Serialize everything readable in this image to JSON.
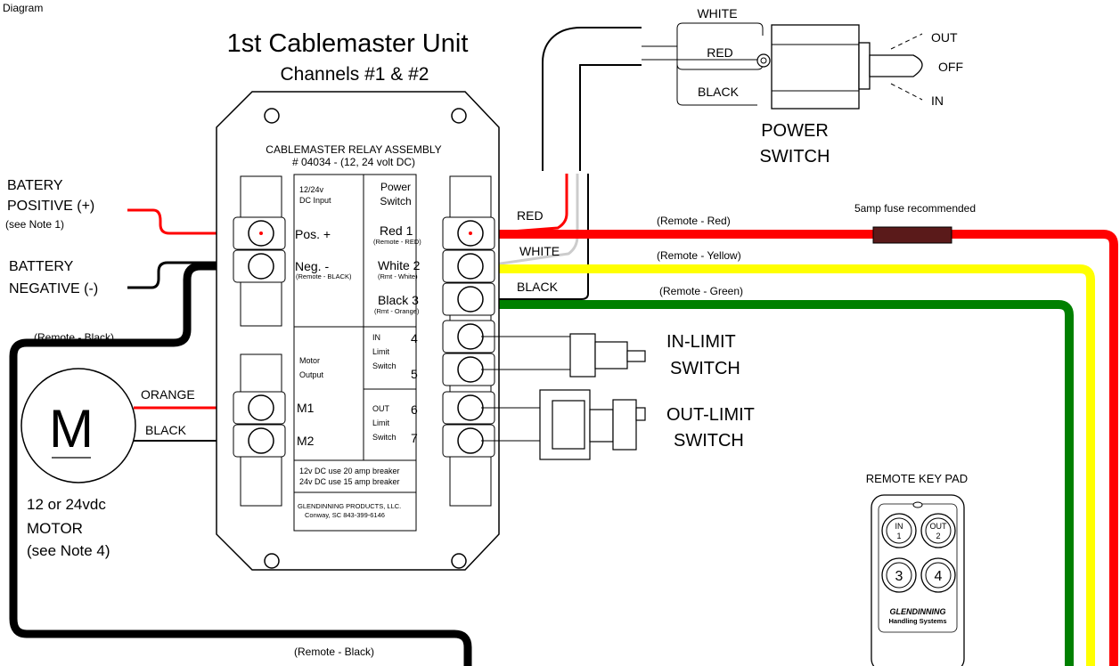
{
  "top_fragment": "Diagram",
  "title": "1st Cablemaster Unit",
  "subtitle": "Channels #1 & #2",
  "relay": {
    "header_line1": "CABLEMASTER RELAY ASSEMBLY",
    "header_line2": "# 04034 -  (12, 24 volt DC)",
    "dc_input_1": "12/24v",
    "dc_input_2": "DC Input",
    "pos": "Pos. +",
    "neg": "Neg. -",
    "neg_sub": "(Remote - BLACK)",
    "power_switch_1": "Power",
    "power_switch_2": "Switch",
    "red1": "Red  1",
    "red1_sub": "(Remote - RED)",
    "white2": "White  2",
    "white2_sub": "(Rmt - White)",
    "black3": "Black  3",
    "black3_sub": "(Rmt - Orange)",
    "motor_output_1": "Motor",
    "motor_output_2": "Output",
    "m1": "M1",
    "m2": "M2",
    "in_limit_1": "IN",
    "in_limit_2": "Limit",
    "in_limit_3": "Switch",
    "t4": "4",
    "t5": "5",
    "out_limit_1": "OUT",
    "out_limit_2": "Limit",
    "out_limit_3": "Switch",
    "t6": "6",
    "t7": "7",
    "breaker_12": "12v DC use 20 amp breaker",
    "breaker_24": "24v DC use 15 amp breaker",
    "maker_1": "GLENDINNING PRODUCTS, LLC.",
    "maker_2": "Conway, SC  843-399-6146"
  },
  "battery": {
    "pos_1": "BATERY",
    "pos_2": "POSITIVE (+)",
    "pos_note": "(see Note 1)",
    "neg_1": "BATTERY",
    "neg_2": "NEGATIVE (-)"
  },
  "wires": {
    "remote_black_top": "(Remote - Black)",
    "remote_black_bottom": "(Remote - Black)",
    "orange": "ORANGE",
    "black_motor": "BLACK",
    "red": "RED",
    "white": "WHITE",
    "black": "BLACK",
    "remote_red": "(Remote - Red)",
    "remote_yellow": "(Remote - Yellow)",
    "remote_green": "(Remote - Green)",
    "fuse": "5amp fuse recommended"
  },
  "motor": {
    "letter": "M",
    "label_1": "12 or 24vdc",
    "label_2": "MOTOR",
    "label_3": "(see Note 4)"
  },
  "power_switch": {
    "white": "WHITE",
    "red": "RED",
    "black": "BLACK",
    "out": "OUT",
    "off": "OFF",
    "in": "IN",
    "label_1": "POWER",
    "label_2": "SWITCH"
  },
  "limit_switches": {
    "in_1": "IN-LIMIT",
    "in_2": "SWITCH",
    "out_1": "OUT-LIMIT",
    "out_2": "SWITCH"
  },
  "keypad": {
    "title": "REMOTE KEY PAD",
    "btn1_a": "IN",
    "btn1_b": "1",
    "btn2_a": "OUT",
    "btn2_b": "2",
    "btn3": "3",
    "btn4": "4",
    "brand_1": "GLENDINNING",
    "brand_2": "Handling Systems"
  },
  "colors": {
    "red_wire": "#ff0000",
    "yellow_wire": "#ffff00",
    "green_wire": "#008000",
    "black_wire": "#000000",
    "fuse": "#5a1a1a"
  }
}
